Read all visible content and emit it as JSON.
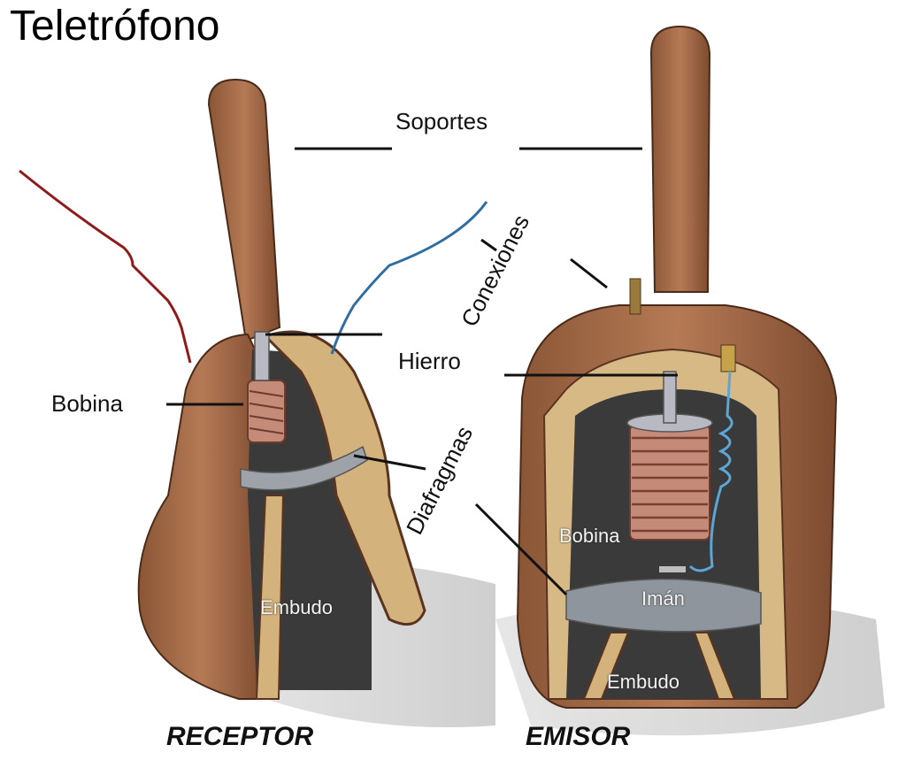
{
  "title": "Teletrófono",
  "labels": {
    "soportes": "Soportes",
    "conexiones": "Conexiones",
    "hierro": "Hierro",
    "bobina_receptor": "Bobina",
    "diafragmas": "Diafragmas",
    "embudo_receptor": "Embudo",
    "bobina_emisor": "Bobina",
    "iman": "Imán",
    "embudo_emisor": "Embudo"
  },
  "devices": {
    "receptor": "RECEPTOR",
    "emisor": "EMISOR"
  },
  "colors": {
    "wood": "#a9704d",
    "wood_dark": "#5a3420",
    "wood_light": "#d9b98a",
    "interior": "#3a3838",
    "diaphragm": "#8f959c",
    "coil": "#c98a74",
    "wire_red": "#8e1a1a",
    "wire_blue": "#2f6ea3",
    "shadow": "#d9d9d9"
  }
}
